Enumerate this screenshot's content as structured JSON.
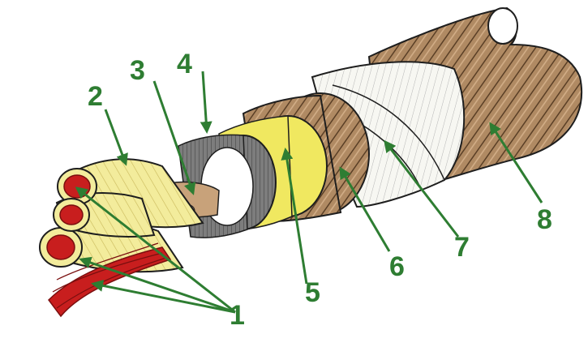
{
  "diagram": {
    "colors": {
      "label": "#2e7d32",
      "copper": "#c81e1e",
      "insulation": "#f3ec9c",
      "lead_sheath": "#7d7d7d",
      "filler": "#f0e860",
      "armor": "#b08a63",
      "tape": "#f7f7f2",
      "outline": "#1e1e1e"
    },
    "callouts": [
      {
        "id": "1",
        "label": "1"
      },
      {
        "id": "2",
        "label": "2"
      },
      {
        "id": "3",
        "label": "3"
      },
      {
        "id": "4",
        "label": "4"
      },
      {
        "id": "5",
        "label": "5"
      },
      {
        "id": "6",
        "label": "6"
      },
      {
        "id": "7",
        "label": "7"
      },
      {
        "id": "8",
        "label": "8"
      }
    ]
  }
}
